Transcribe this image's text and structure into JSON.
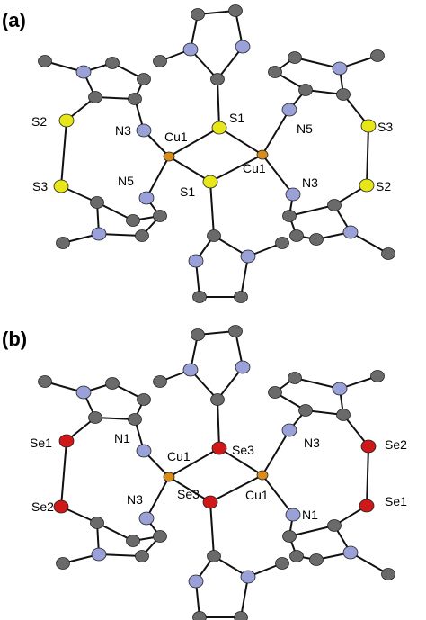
{
  "panels": [
    {
      "label": "(a)",
      "atom_labels": [
        "S2",
        "S3",
        "N3",
        "N5",
        "Cu1",
        "S1",
        "S1",
        "Cu1",
        "N5",
        "N3",
        "S3",
        "S2"
      ],
      "element_colors": {
        "Cu": "#d98c1a",
        "S": "#e6e619",
        "N": "#9aa0d8",
        "C": "#6a6a6a"
      }
    },
    {
      "label": "(b)",
      "atom_labels": [
        "Se1",
        "Se2",
        "N1",
        "N3",
        "Cu1",
        "Se3",
        "Se3",
        "Cu1",
        "N3",
        "N1",
        "Se2",
        "Se1"
      ],
      "element_colors": {
        "Cu": "#d98c1a",
        "Se": "#d01818",
        "N": "#9aa0d8",
        "C": "#6a6a6a"
      }
    }
  ]
}
